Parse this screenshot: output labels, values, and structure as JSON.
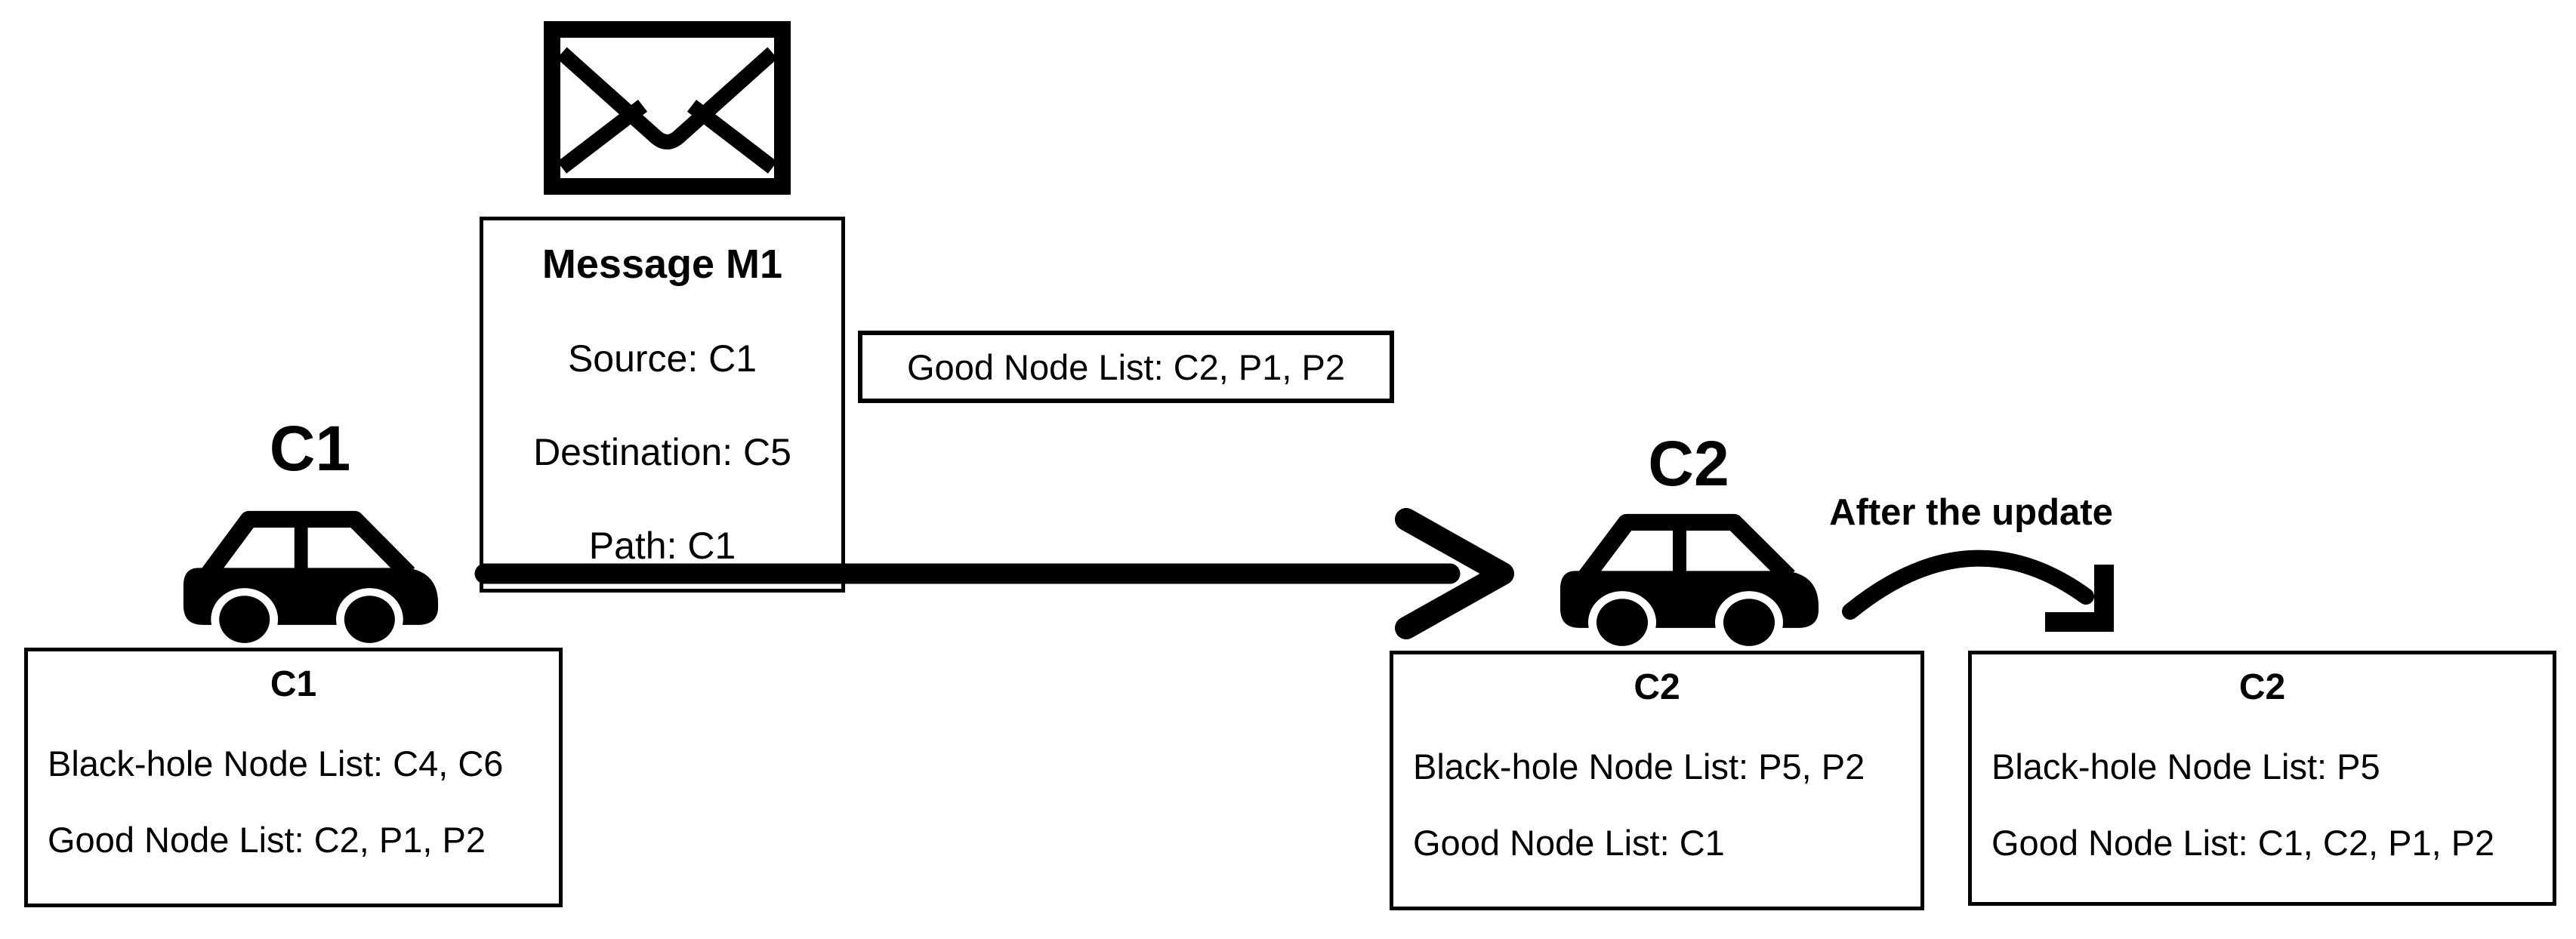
{
  "canvas": {
    "background": "#ffffff",
    "ink": "#000000"
  },
  "icons": {
    "envelope": "envelope-icon",
    "car": "car-icon",
    "message_arrow": "right-arrow-icon",
    "update_arrow": "curved-down-right-arrow-icon"
  },
  "message": {
    "box": {
      "title": "Message M1",
      "fields": [
        "Source: C1",
        "Destination: C5",
        "Path: C1"
      ]
    },
    "shared_list": "Good Node List: C2, P1, P2"
  },
  "sender": {
    "label": "C1",
    "table": {
      "header": "C1",
      "rows": [
        "Black-hole Node List: C4, C6",
        "Good Node List: C2, P1, P2"
      ]
    }
  },
  "receiver": {
    "label": "C2",
    "update_caption": "After the update",
    "table_before": {
      "header": "C2",
      "rows": [
        "Black-hole Node List: P5, P2",
        "Good Node List: C1"
      ]
    },
    "table_after": {
      "header": "C2",
      "rows": [
        "Black-hole Node List: P5",
        "Good Node List: C1, C2, P1, P2"
      ]
    }
  }
}
